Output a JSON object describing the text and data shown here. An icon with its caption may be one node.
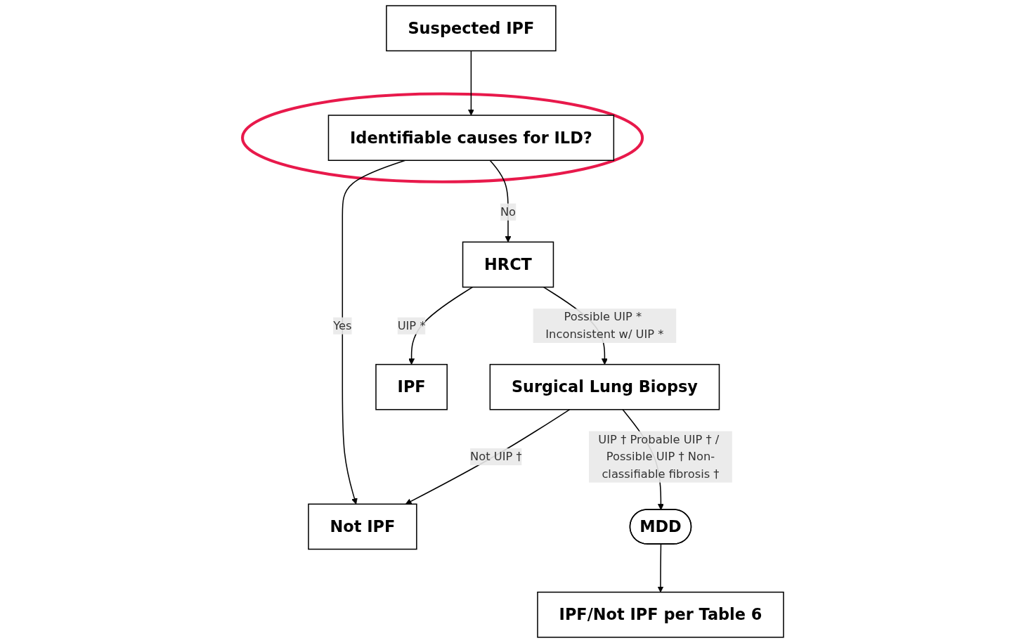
{
  "diagram": {
    "nodes": [
      {
        "text": [
          "Suspected IPF"
        ]
      },
      {
        "text": [],
        "shape": "ellipse"
      },
      {
        "text": [
          "Identifiable causes for ILD?"
        ],
        "in": 1
      },
      {
        "text": [
          "HRCT"
        ]
      },
      {
        "text": [
          "Surgical Lung Biopsy"
        ]
      },
      {
        "text": [
          "MDD"
        ]
      },
      {
        "text": [
          "IPF"
        ]
      },
      {
        "text": [
          "IPF/Not IPF per Table 6"
        ]
      },
      {
        "text": [
          "Not IPF"
        ]
      }
    ],
    "edges": [
      {
        "from": 0,
        "to": 2,
        "arrow": "to"
      },
      {
        "from": 2,
        "to": 8,
        "arrow": "to",
        "label": "Yes"
      },
      {
        "from": 2,
        "to": 3,
        "arrow": "to",
        "label": "No"
      },
      {
        "from": 3,
        "to": 6,
        "arrow": "to",
        "label": "UIP *"
      },
      {
        "from": 3,
        "to": 4,
        "arrow": "to",
        "label": "Possible UIP * Inconsistent w/ UIP *"
      },
      {
        "from": 4,
        "to": 8,
        "arrow": "to",
        "label": "Not UIP †"
      },
      {
        "from": 4,
        "to": 5,
        "arrow": "to",
        "label": "UIP † Probable UIP † / Possible UIP † Non-classifiable fibrosis †"
      },
      {
        "from": 5,
        "to": 7,
        "arrow": "to"
      }
    ]
  }
}
